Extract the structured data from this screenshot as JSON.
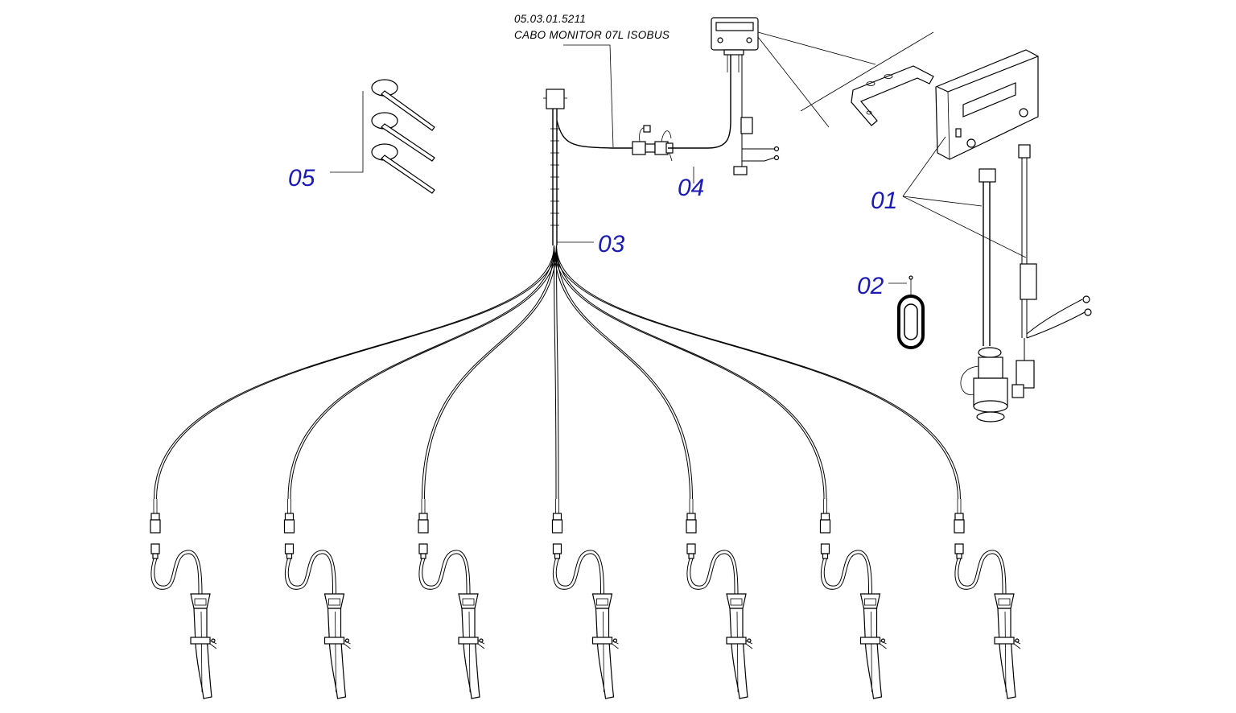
{
  "title": {
    "code": "05.03.01.5211",
    "name": "CABO MONITOR 07L ISOBUS"
  },
  "callouts": {
    "c01": "01",
    "c02": "02",
    "c03": "03",
    "c04": "04",
    "c05": "05"
  },
  "colors": {
    "callout": "#1a1ab4",
    "line": "#000000",
    "background": "#ffffff"
  },
  "sensor_count": 7
}
